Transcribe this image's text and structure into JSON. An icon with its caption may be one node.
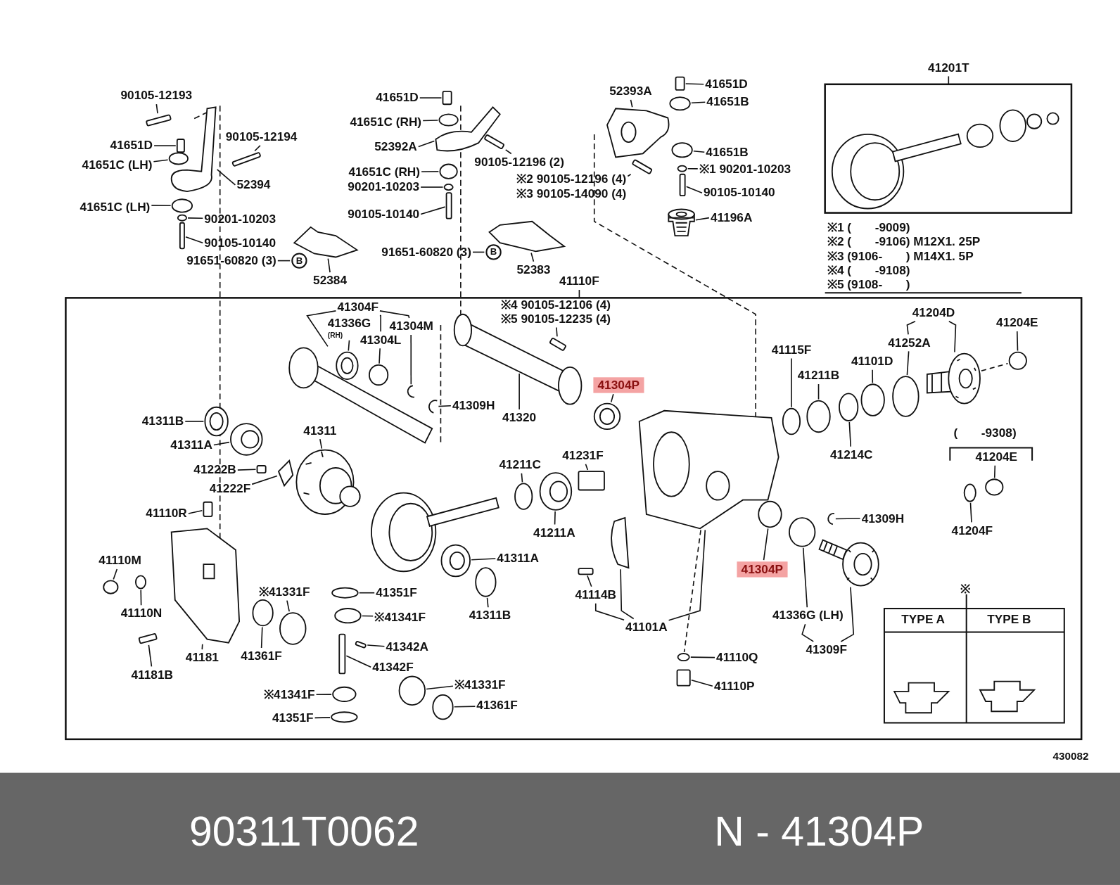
{
  "diagram": {
    "nodes": [
      {
        "text": [
          "90105-12193"
        ]
      },
      {
        "text": [
          "41651D"
        ]
      },
      {
        "text": [
          "41651C (LH)"
        ]
      },
      {
        "text": [
          "90105-12194"
        ]
      },
      {
        "text": [
          "52394"
        ]
      },
      {
        "text": [
          "41651C (LH)"
        ]
      },
      {
        "text": [
          "90201-10203"
        ]
      },
      {
        "text": [
          "90105-10140"
        ]
      },
      {
        "text": [
          "91651-60820 (3)"
        ]
      },
      {
        "text": [
          "B"
        ]
      },
      {
        "text": [
          "52384"
        ]
      },
      {
        "text": [
          "41651D"
        ]
      },
      {
        "text": [
          "41651C (RH)"
        ]
      },
      {
        "text": [
          "52392A"
        ]
      },
      {
        "text": [
          "90105-12196 (2)"
        ]
      },
      {
        "text": [
          "※2 90105-12196 (4)",
          "※3 90105-14090 (4)"
        ]
      },
      {
        "text": [
          "41651C (RH)"
        ]
      },
      {
        "text": [
          "90201-10203"
        ]
      },
      {
        "text": [
          "90105-10140"
        ]
      },
      {
        "text": [
          "91651-60820 (3)"
        ]
      },
      {
        "text": [
          "B"
        ]
      },
      {
        "text": [
          "52383"
        ]
      },
      {
        "text": [
          "52393A"
        ]
      },
      {
        "text": [
          "41651D"
        ]
      },
      {
        "text": [
          "41651B"
        ]
      },
      {
        "text": [
          "41651B"
        ]
      },
      {
        "text": [
          "※1 90201-10203"
        ]
      },
      {
        "text": [
          "90105-10140"
        ]
      },
      {
        "text": [
          "41196A"
        ]
      },
      {
        "text": [
          "41201T"
        ]
      },
      {
        "text": [
          "41110F"
        ]
      },
      {
        "text": [
          "※4 90105-12106 (4)",
          "※5 90105-12235 (4)"
        ]
      },
      {
        "text": [
          "41304F"
        ]
      },
      {
        "text": [
          "41336G"
        ],
        "beside": [
          "(RH)"
        ]
      },
      {
        "text": [
          "41304M"
        ]
      },
      {
        "text": [
          "41304L"
        ]
      },
      {
        "text": [
          "41309H"
        ]
      },
      {
        "text": [
          "41320"
        ]
      },
      {
        "text": [
          "41304P"
        ]
      },
      {
        "text": [
          "41311B"
        ]
      },
      {
        "text": [
          "41311A"
        ]
      },
      {
        "text": [
          "41311"
        ]
      },
      {
        "text": [
          "41222B"
        ]
      },
      {
        "text": [
          "41222F"
        ]
      },
      {
        "text": [
          "41110R"
        ]
      },
      {
        "text": [
          "41110M"
        ]
      },
      {
        "text": [
          "41110N"
        ]
      },
      {
        "text": [
          "41181B"
        ]
      },
      {
        "text": [
          "41181"
        ]
      },
      {
        "text": [
          "※41331F"
        ]
      },
      {
        "text": [
          "41361F"
        ]
      },
      {
        "text": [
          "41351F"
        ]
      },
      {
        "text": [
          "※41341F"
        ]
      },
      {
        "text": [
          "41342A"
        ]
      },
      {
        "text": [
          "41342F"
        ]
      },
      {
        "text": [
          "※41341F"
        ]
      },
      {
        "text": [
          "41351F"
        ]
      },
      {
        "text": [
          "※41331F"
        ]
      },
      {
        "text": [
          "41361F"
        ]
      },
      {
        "text": [
          "41211C"
        ]
      },
      {
        "text": [
          "41231F"
        ]
      },
      {
        "text": [
          "41211A"
        ]
      },
      {
        "text": [
          "41311A"
        ]
      },
      {
        "text": [
          "41311B"
        ]
      },
      {
        "text": [
          "41114B"
        ]
      },
      {
        "text": [
          "41101A"
        ]
      },
      {
        "text": [
          "41115F"
        ]
      },
      {
        "text": [
          "41211B"
        ]
      },
      {
        "text": [
          "41214C"
        ]
      },
      {
        "text": [
          "41101D"
        ]
      },
      {
        "text": [
          "41252A"
        ]
      },
      {
        "text": [
          "41204D"
        ]
      },
      {
        "text": [
          "41204E"
        ]
      },
      {
        "text": [
          "41304P"
        ]
      },
      {
        "text": [
          "41309H"
        ]
      },
      {
        "text": [
          "41336G (LH)"
        ]
      },
      {
        "text": [
          "41309F"
        ]
      },
      {
        "text": [
          "41110Q"
        ]
      },
      {
        "text": [
          "41110P"
        ]
      },
      {
        "text": [
          "41204E"
        ]
      },
      {
        "text": [
          "41204F"
        ]
      },
      {
        "text": [],
        "shape": "box"
      },
      {
        "text": [],
        "shape": "box"
      },
      {
        "text": [],
        "shape": "circle"
      },
      {
        "text": [],
        "shape": "box"
      },
      {
        "text": [],
        "shape": "picture"
      },
      {
        "text": [],
        "shape": "circle"
      },
      {
        "text": [],
        "shape": "circle"
      },
      {
        "text": [],
        "shape": "box"
      },
      {
        "text": [],
        "shape": "picture"
      },
      {
        "text": [],
        "shape": "box"
      },
      {
        "text": [],
        "shape": "circle"
      },
      {
        "text": [],
        "shape": "picture"
      },
      {
        "text": [],
        "shape": "box"
      },
      {
        "text": [],
        "shape": "box"
      },
      {
        "text": [],
        "shape": "circle"
      },
      {
        "text": [],
        "shape": "circle"
      },
      {
        "text": [],
        "shape": "box"
      },
      {
        "text": [],
        "shape": "picture"
      },
      {
        "text": [],
        "shape": "picture"
      },
      {
        "text": [],
        "shape": "box"
      },
      {
        "text": [],
        "shape": "circle"
      },
      {
        "text": [],
        "shape": "circle"
      },
      {
        "text": [],
        "shape": "circle"
      },
      {
        "text": [],
        "shape": "box"
      },
      {
        "text": [],
        "shape": "picture"
      },
      {
        "text": [],
        "shape": "box"
      },
      {
        "text": [],
        "shape": "picture"
      },
      {
        "text": [],
        "shape": "circle"
      },
      {
        "text": [],
        "shape": "picture"
      },
      {
        "text": [],
        "shape": "circle"
      },
      {
        "text": [],
        "shape": "picture"
      },
      {
        "text": [],
        "shape": "picture"
      },
      {
        "text": [],
        "shape": "circle"
      },
      {
        "text": [],
        "shape": "circle"
      },
      {
        "text": [],
        "shape": "circle"
      },
      {
        "text": [],
        "shape": "picture"
      },
      {
        "text": [],
        "shape": "box"
      },
      {
        "text": [],
        "shape": "picture"
      },
      {
        "text": [],
        "shape": "box"
      },
      {
        "text": [],
        "shape": "circle"
      },
      {
        "text": [],
        "shape": "circle"
      },
      {
        "text": [],
        "shape": "box"
      },
      {
        "text": [],
        "shape": "picture"
      },
      {
        "text": [],
        "shape": "circle"
      },
      {
        "text": [],
        "shape": "circle"
      },
      {
        "text": [],
        "shape": "circle"
      },
      {
        "text": [],
        "shape": "circle"
      },
      {
        "text": [],
        "shape": "box"
      },
      {
        "text": [],
        "shape": "box"
      },
      {
        "text": [],
        "shape": "circle"
      },
      {
        "text": [],
        "shape": "circle"
      },
      {
        "text": [],
        "shape": "circle"
      },
      {
        "text": [],
        "shape": "circle"
      },
      {
        "text": [],
        "shape": "circle"
      },
      {
        "text": [],
        "shape": "box"
      },
      {
        "text": [],
        "shape": "circle"
      },
      {
        "text": [],
        "shape": "circle"
      },
      {
        "text": [],
        "shape": "circle"
      },
      {
        "text": [],
        "shape": "box"
      },
      {
        "text": [],
        "shape": "picture"
      },
      {
        "text": [],
        "shape": "picture"
      },
      {
        "text": [],
        "shape": "circle"
      },
      {
        "text": [],
        "shape": "circle"
      },
      {
        "text": [],
        "shape": "circle"
      },
      {
        "text": [],
        "shape": "circle"
      },
      {
        "text": [],
        "shape": "circle"
      },
      {
        "text": [],
        "shape": "picture"
      },
      {
        "text": [],
        "shape": "circle"
      },
      {
        "text": [],
        "shape": "circle"
      },
      {
        "text": [],
        "shape": "picture"
      },
      {
        "text": [],
        "shape": "circle"
      },
      {
        "text": [],
        "shape": "picture"
      },
      {
        "text": [],
        "shape": "circle"
      },
      {
        "text": [],
        "shape": "box"
      },
      {
        "text": [],
        "shape": "circle"
      },
      {
        "text": [],
        "shape": "circle"
      }
    ],
    "edges": [
      {
        "from": 0,
        "to": 81,
        "arrow": "none"
      },
      {
        "from": 1,
        "to": 82,
        "arrow": "none"
      },
      {
        "from": 2,
        "to": 83,
        "arrow": "none"
      },
      {
        "from": 3,
        "to": 84,
        "arrow": "none"
      },
      {
        "from": 4,
        "to": 85,
        "arrow": "none"
      },
      {
        "from": 5,
        "to": 86,
        "arrow": "none"
      },
      {
        "from": 6,
        "to": 87,
        "arrow": "none"
      },
      {
        "from": 7,
        "to": 88,
        "arrow": "none"
      },
      {
        "from": 8,
        "to": 9,
        "arrow": "none"
      },
      {
        "from": 10,
        "to": 89,
        "arrow": "none"
      },
      {
        "from": 11,
        "to": 90,
        "arrow": "none"
      },
      {
        "from": 12,
        "to": 91,
        "arrow": "none"
      },
      {
        "from": 13,
        "to": 92,
        "arrow": "none"
      },
      {
        "from": 14,
        "to": 93,
        "arrow": "none"
      },
      {
        "from": 15,
        "to": 94,
        "arrow": "none"
      },
      {
        "from": 16,
        "to": 95,
        "arrow": "none"
      },
      {
        "from": 17,
        "to": 96,
        "arrow": "none"
      },
      {
        "from": 18,
        "to": 97,
        "arrow": "none"
      },
      {
        "from": 19,
        "to": 20,
        "arrow": "none"
      },
      {
        "from": 21,
        "to": 98,
        "arrow": "none"
      },
      {
        "from": 22,
        "to": 99,
        "arrow": "none"
      },
      {
        "from": 23,
        "to": 100,
        "arrow": "none"
      },
      {
        "from": 24,
        "to": 101,
        "arrow": "none"
      },
      {
        "from": 25,
        "to": 102,
        "arrow": "none"
      },
      {
        "from": 26,
        "to": 103,
        "arrow": "none"
      },
      {
        "from": 27,
        "to": 104,
        "arrow": "none"
      },
      {
        "from": 28,
        "to": 105,
        "arrow": "none"
      },
      {
        "from": 29,
        "to": null,
        "arrow": "none"
      },
      {
        "from": 30,
        "to": null,
        "arrow": "none"
      },
      {
        "from": 31,
        "to": 106,
        "arrow": "none"
      },
      {
        "from": 32,
        "to": 107,
        "arrow": "none"
      },
      {
        "from": 32,
        "to": 35,
        "arrow": "none"
      },
      {
        "from": 32,
        "to": 34,
        "arrow": "none"
      },
      {
        "from": 33,
        "to": 108,
        "arrow": "none"
      },
      {
        "from": 34,
        "to": 109,
        "arrow": "none"
      },
      {
        "from": 35,
        "to": 110,
        "arrow": "none"
      },
      {
        "from": 36,
        "to": 111,
        "arrow": "none"
      },
      {
        "from": 37,
        "to": 112,
        "arrow": "none"
      },
      {
        "from": 38,
        "to": 113,
        "arrow": "none"
      },
      {
        "from": 39,
        "to": 114,
        "arrow": "none"
      },
      {
        "from": 40,
        "to": 115,
        "arrow": "none"
      },
      {
        "from": 41,
        "to": 116,
        "arrow": "none"
      },
      {
        "from": 42,
        "to": 117,
        "arrow": "none"
      },
      {
        "from": 43,
        "to": 118,
        "arrow": "none"
      },
      {
        "from": 44,
        "to": 119,
        "arrow": "none"
      },
      {
        "from": 45,
        "to": 120,
        "arrow": "none"
      },
      {
        "from": 46,
        "to": 121,
        "arrow": "none"
      },
      {
        "from": 47,
        "to": 122,
        "arrow": "none"
      },
      {
        "from": 48,
        "to": 123,
        "arrow": "none"
      },
      {
        "from": 49,
        "to": 124,
        "arrow": "none"
      },
      {
        "from": 50,
        "to": 125,
        "arrow": "none"
      },
      {
        "from": 51,
        "to": 126,
        "arrow": "none"
      },
      {
        "from": 52,
        "to": 127,
        "arrow": "none"
      },
      {
        "from": 53,
        "to": 128,
        "arrow": "none"
      },
      {
        "from": 54,
        "to": 129,
        "arrow": "none"
      },
      {
        "from": 55,
        "to": 130,
        "arrow": "none"
      },
      {
        "from": 56,
        "to": 131,
        "arrow": "none"
      },
      {
        "from": 57,
        "to": 132,
        "arrow": "none"
      },
      {
        "from": 58,
        "to": 133,
        "arrow": "none"
      },
      {
        "from": 59,
        "to": 134,
        "arrow": "none"
      },
      {
        "from": 60,
        "to": 135,
        "arrow": "none"
      },
      {
        "from": 61,
        "to": 136,
        "arrow": "none"
      },
      {
        "from": 62,
        "to": 137,
        "arrow": "none"
      },
      {
        "from": 63,
        "to": 138,
        "arrow": "none"
      },
      {
        "from": 64,
        "to": 139,
        "arrow": "none"
      },
      {
        "from": 65,
        "to": 140,
        "arrow": "none"
      },
      {
        "from": 65,
        "to": 141,
        "arrow": "none"
      },
      {
        "from": 65,
        "to": 64,
        "arrow": "none"
      },
      {
        "from": 66,
        "to": 142,
        "arrow": "none"
      },
      {
        "from": 67,
        "to": 143,
        "arrow": "none"
      },
      {
        "from": 68,
        "to": 144,
        "arrow": "none"
      },
      {
        "from": 69,
        "to": 145,
        "arrow": "none"
      },
      {
        "from": 70,
        "to": 146,
        "arrow": "none"
      },
      {
        "from": 71,
        "to": 70,
        "arrow": "none"
      },
      {
        "from": 71,
        "to": 147,
        "arrow": "none"
      },
      {
        "from": 72,
        "to": 148,
        "arrow": "none"
      },
      {
        "from": 73,
        "to": 149,
        "arrow": "none"
      },
      {
        "from": 74,
        "to": 150,
        "arrow": "none"
      },
      {
        "from": 75,
        "to": 151,
        "arrow": "none"
      },
      {
        "from": 76,
        "to": 75,
        "arrow": "none"
      },
      {
        "from": 76,
        "to": 152,
        "arrow": "none"
      },
      {
        "from": 77,
        "to": 153,
        "arrow": "none"
      },
      {
        "from": 78,
        "to": 154,
        "arrow": "none"
      },
      {
        "from": 79,
        "to": 155,
        "arrow": "none"
      },
      {
        "from": 80,
        "to": 156,
        "arrow": "none"
      },
      {
        "from": 141,
        "to": 153,
        "arrow": "none",
        "style": "dashed"
      },
      {
        "from": 147,
        "to": 148,
        "arrow": "none",
        "style": "dashed"
      }
    ],
    "labels": [
      "※1 (       -9009)",
      "※2 (       -9106) M12X1. 25P",
      "※3 (9106-       ) M14X1. 5P",
      "※4 (       -9108)",
      "※5 (9108-       )",
      "(       -9308)",
      "※",
      "TYPE A",
      "TYPE B",
      "430082",
      "90311T0062",
      "N - 41304P"
    ]
  }
}
